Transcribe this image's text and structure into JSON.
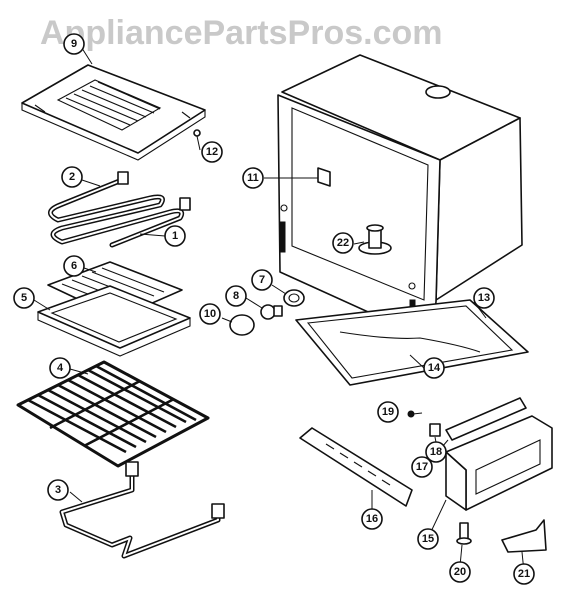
{
  "watermark": "AppliancePartsPros.com",
  "callouts": [
    {
      "id": "1",
      "label": "1"
    },
    {
      "id": "2",
      "label": "2"
    },
    {
      "id": "3",
      "label": "3"
    },
    {
      "id": "4",
      "label": "4"
    },
    {
      "id": "5",
      "label": "5"
    },
    {
      "id": "6",
      "label": "6"
    },
    {
      "id": "7",
      "label": "7"
    },
    {
      "id": "8",
      "label": "8"
    },
    {
      "id": "9",
      "label": "9"
    },
    {
      "id": "10",
      "label": "10"
    },
    {
      "id": "11",
      "label": "11"
    },
    {
      "id": "12",
      "label": "12"
    },
    {
      "id": "13",
      "label": "13"
    },
    {
      "id": "14",
      "label": "14"
    },
    {
      "id": "15",
      "label": "15"
    },
    {
      "id": "16",
      "label": "16"
    },
    {
      "id": "17",
      "label": "17"
    },
    {
      "id": "18",
      "label": "18"
    },
    {
      "id": "19",
      "label": "19"
    },
    {
      "id": "20",
      "label": "20"
    },
    {
      "id": "21",
      "label": "21"
    },
    {
      "id": "22",
      "label": "22"
    }
  ]
}
